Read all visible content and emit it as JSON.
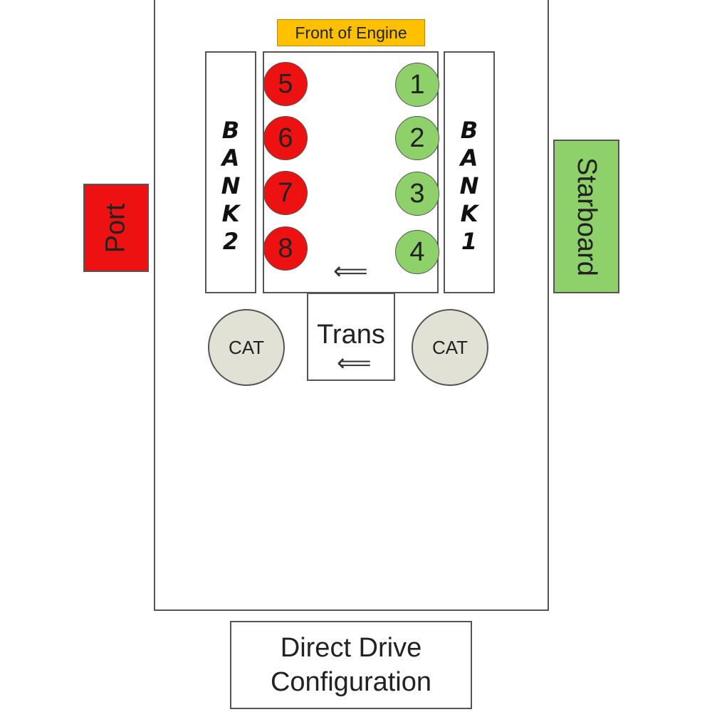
{
  "front_label": "Front of Engine",
  "bank_left": {
    "text": "B\nA\nN\nK\n2"
  },
  "bank_right": {
    "text": "B\nA\nN\nK\n1"
  },
  "cylinders": {
    "c1": {
      "label": "1",
      "color": "#8ed06a"
    },
    "c2": {
      "label": "2",
      "color": "#8ed06a"
    },
    "c3": {
      "label": "3",
      "color": "#8ed06a"
    },
    "c4": {
      "label": "4",
      "color": "#8ed06a"
    },
    "c5": {
      "label": "5",
      "color": "#ee1111"
    },
    "c6": {
      "label": "6",
      "color": "#ee1111"
    },
    "c7": {
      "label": "7",
      "color": "#ee1111"
    },
    "c8": {
      "label": "8",
      "color": "#ee1111"
    }
  },
  "arrow_glyph": "⟸",
  "trans_label": "Trans",
  "cat_left": "CAT",
  "cat_right": "CAT",
  "port_label": "Port",
  "starboard_label": "Starboard",
  "config_line1": "Direct Drive",
  "config_line2": "Configuration",
  "colors": {
    "port": "#ee1111",
    "starboard": "#8ed06a",
    "front": "#ffc000",
    "cat": "#e2e1d5"
  }
}
